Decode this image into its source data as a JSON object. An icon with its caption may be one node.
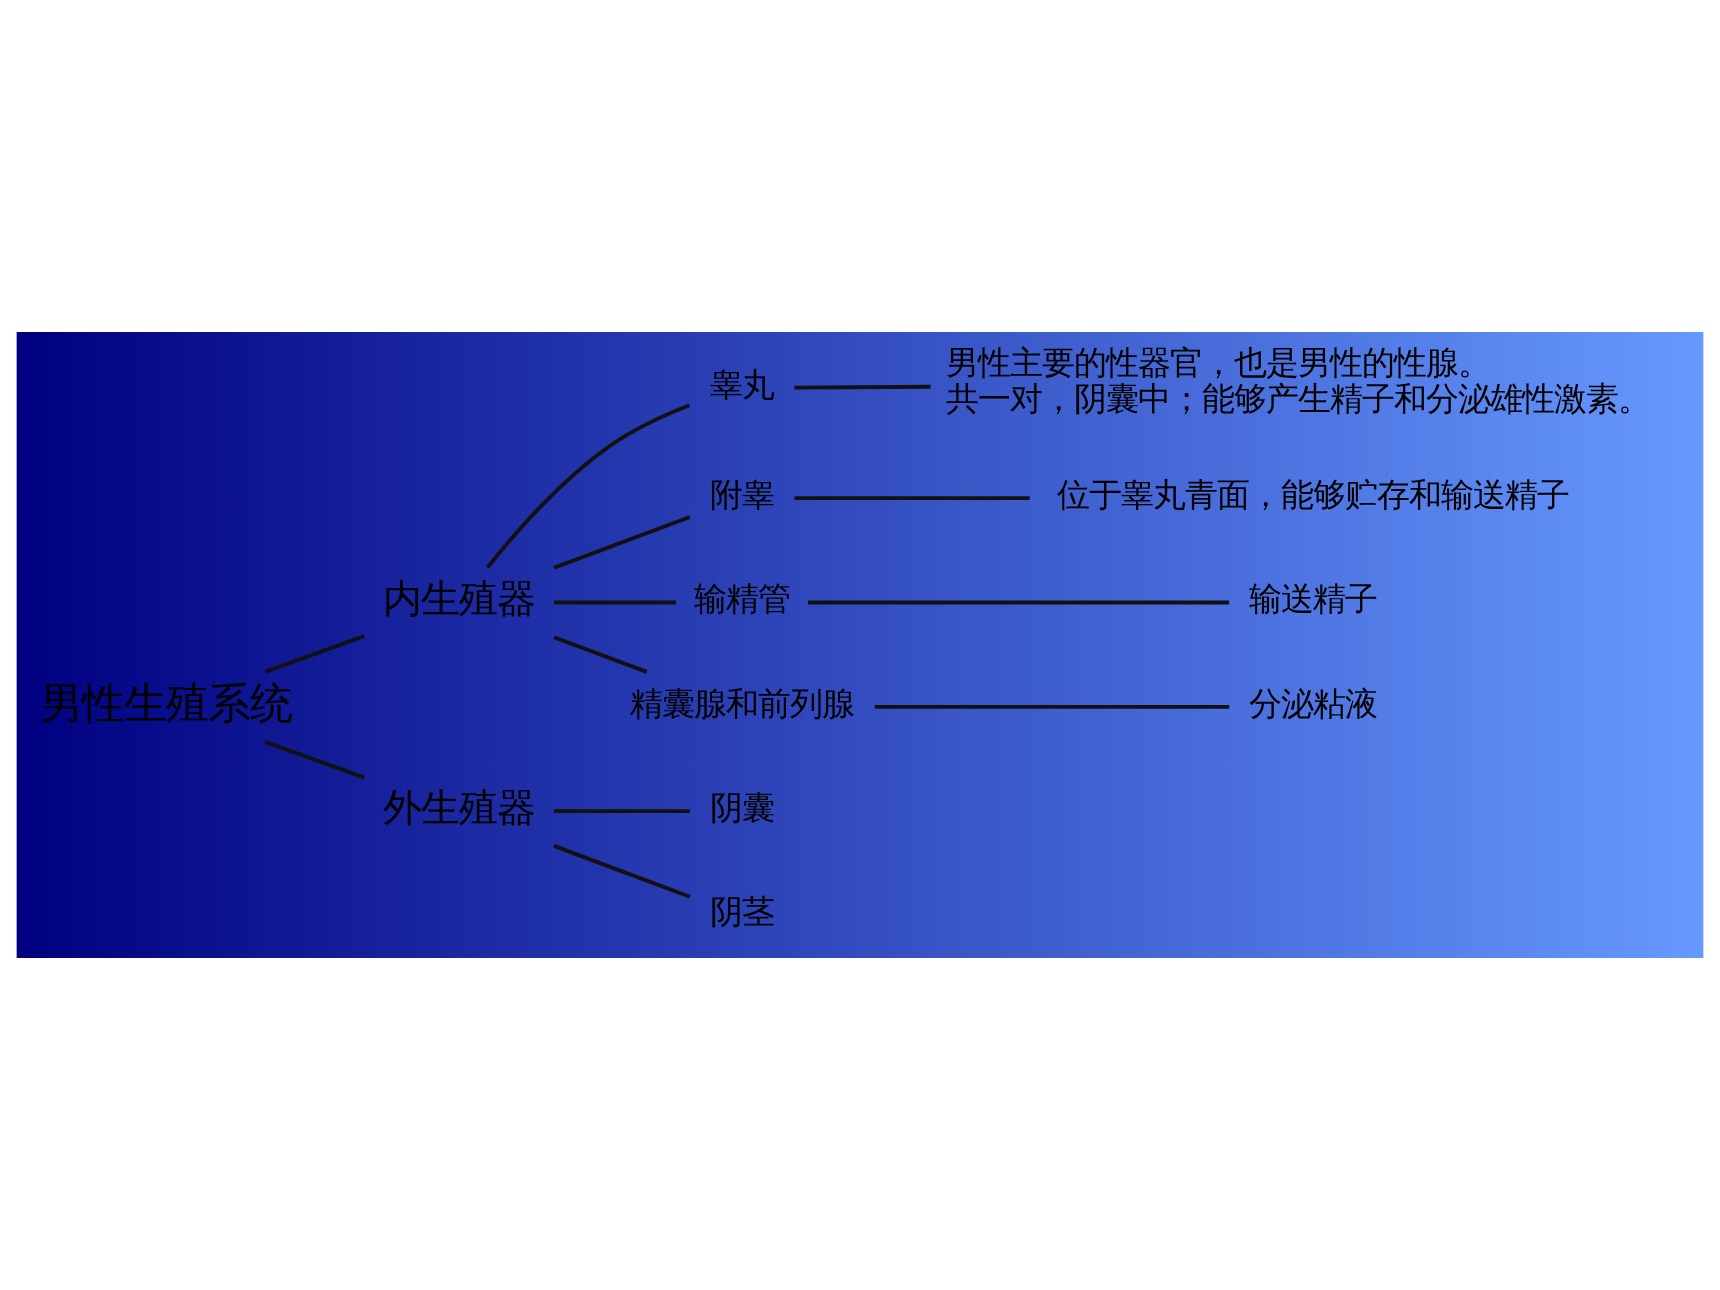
{
  "diagram": {
    "nodes": [
      {
        "text": [
          "男性生殖系统"
        ]
      },
      {
        "text": [
          "内生殖器"
        ]
      },
      {
        "text": [
          "外生殖器"
        ]
      },
      {
        "text": [
          "睾丸"
        ]
      },
      {
        "text": [
          "男性主要的性器官，也是男性的性腺。",
          "共一对，阴囊中；能够产生精子和分泌雄性激素。"
        ]
      },
      {
        "text": [
          "附睾"
        ]
      },
      {
        "text": [
          "位于睾丸青面，能够贮存和输送精子"
        ]
      },
      {
        "text": [
          "输精管"
        ]
      },
      {
        "text": [
          "输送精子"
        ]
      },
      {
        "text": [
          "精囊腺和前列腺"
        ]
      },
      {
        "text": [
          "分泌粘液"
        ]
      },
      {
        "text": [
          "阴囊"
        ]
      },
      {
        "text": [
          "阴茎"
        ]
      }
    ],
    "edges": [
      {
        "from": 0,
        "to": 1,
        "arrow": "none"
      },
      {
        "from": 0,
        "to": 2,
        "arrow": "none"
      },
      {
        "from": 1,
        "to": 3,
        "arrow": "none"
      },
      {
        "from": 1,
        "to": 5,
        "arrow": "none"
      },
      {
        "from": 1,
        "to": 7,
        "arrow": "none"
      },
      {
        "from": 1,
        "to": 9,
        "arrow": "none"
      },
      {
        "from": 3,
        "to": 4,
        "arrow": "none"
      },
      {
        "from": 5,
        "to": 6,
        "arrow": "none"
      },
      {
        "from": 7,
        "to": 8,
        "arrow": "none"
      },
      {
        "from": 9,
        "to": 10,
        "arrow": "none"
      },
      {
        "from": 2,
        "to": 11,
        "arrow": "none"
      },
      {
        "from": 2,
        "to": 12,
        "arrow": "none"
      }
    ]
  }
}
